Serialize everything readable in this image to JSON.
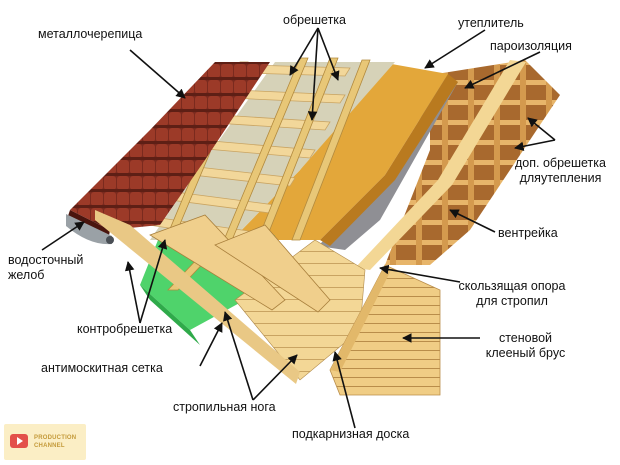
{
  "labels": {
    "metal_tile": "металлочерепица",
    "battens": "обрешетка",
    "insulation": "утеплитель",
    "vapor_barrier": "пароизоляция",
    "extra_battens": "доп. обрешетка\nдляутепления",
    "gutter": "водосточный\nжелоб",
    "vent_strip": "вентрейка",
    "sliding_support": "скользящая опора\nдля стропил",
    "counter_battens": "контробрешетка",
    "wall_beam": "стеновой\nклееный брус",
    "mosquito_net": "антимоскитная сетка",
    "rafter": "стропильная нога",
    "eaves_board": "подкарнизная доска"
  },
  "logo": {
    "line1": "PRODUCTION",
    "line2": "CHANNEL"
  },
  "colors": {
    "tile": "#7a2a1e",
    "batten": "#f2d79a",
    "counter": "#e8c777",
    "insulation": "#e3a73a",
    "membrane": "#d6d2b8",
    "mosquito": "#4fd36b",
    "vapor": "#8f8f94",
    "rafter_wood": "#c98a44",
    "wall": "#f1d08f",
    "arrow": "#111111"
  }
}
